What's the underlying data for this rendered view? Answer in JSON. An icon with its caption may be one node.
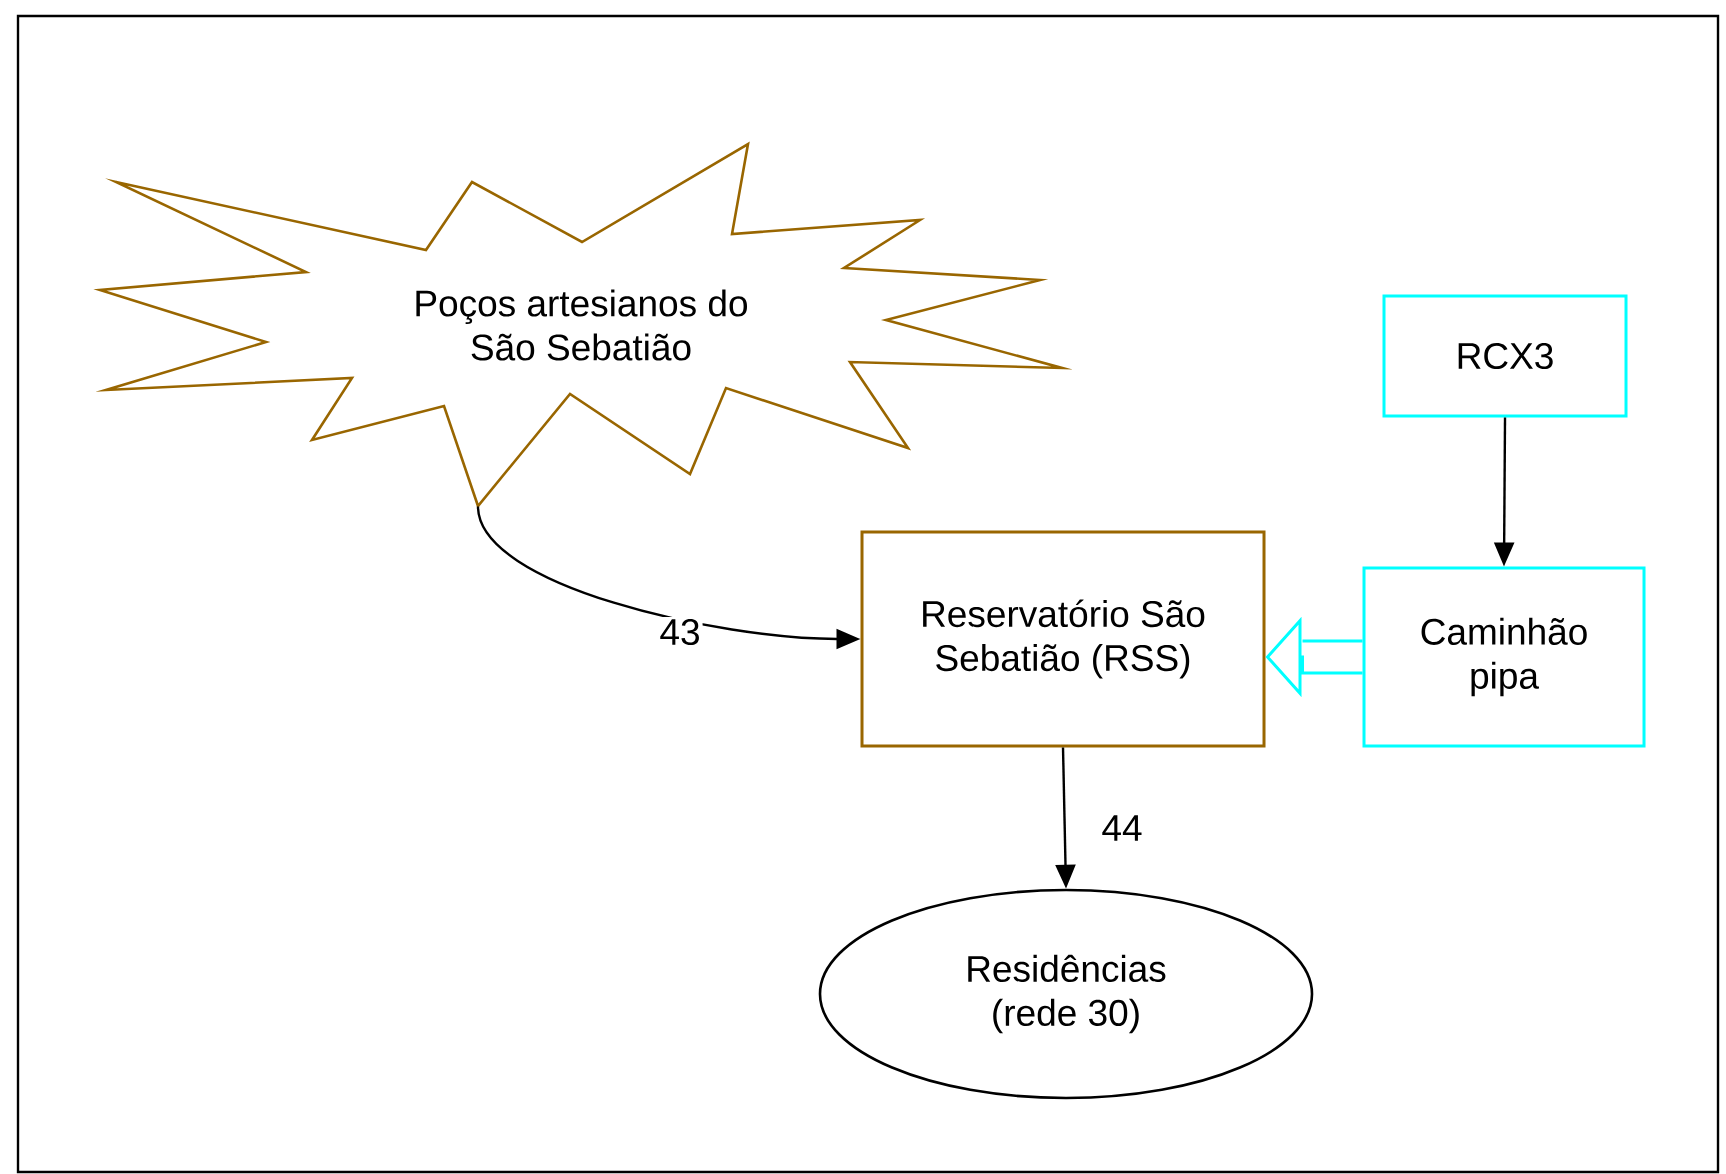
{
  "diagram": {
    "nodes": [
      {
        "text": [
          "Poços artesianos do São Sebatião"
        ]
      },
      {
        "text": [
          "Reservatório São Sebatião (RSS)"
        ]
      },
      {
        "text": [
          "RCX3"
        ]
      },
      {
        "text": [
          "Caminhão pipa"
        ]
      },
      {
        "text": [
          "Residências (rede 30)"
        ]
      }
    ],
    "edges": [
      {
        "from": 0,
        "to": 1,
        "arrow": "to",
        "label": "43"
      },
      {
        "from": 2,
        "to": 3,
        "arrow": "to"
      },
      {
        "from": 3,
        "to": 1,
        "arrow": "to",
        "color": "#00ffff"
      },
      {
        "from": 1,
        "to": 4,
        "arrow": "to",
        "label": "44"
      }
    ]
  }
}
